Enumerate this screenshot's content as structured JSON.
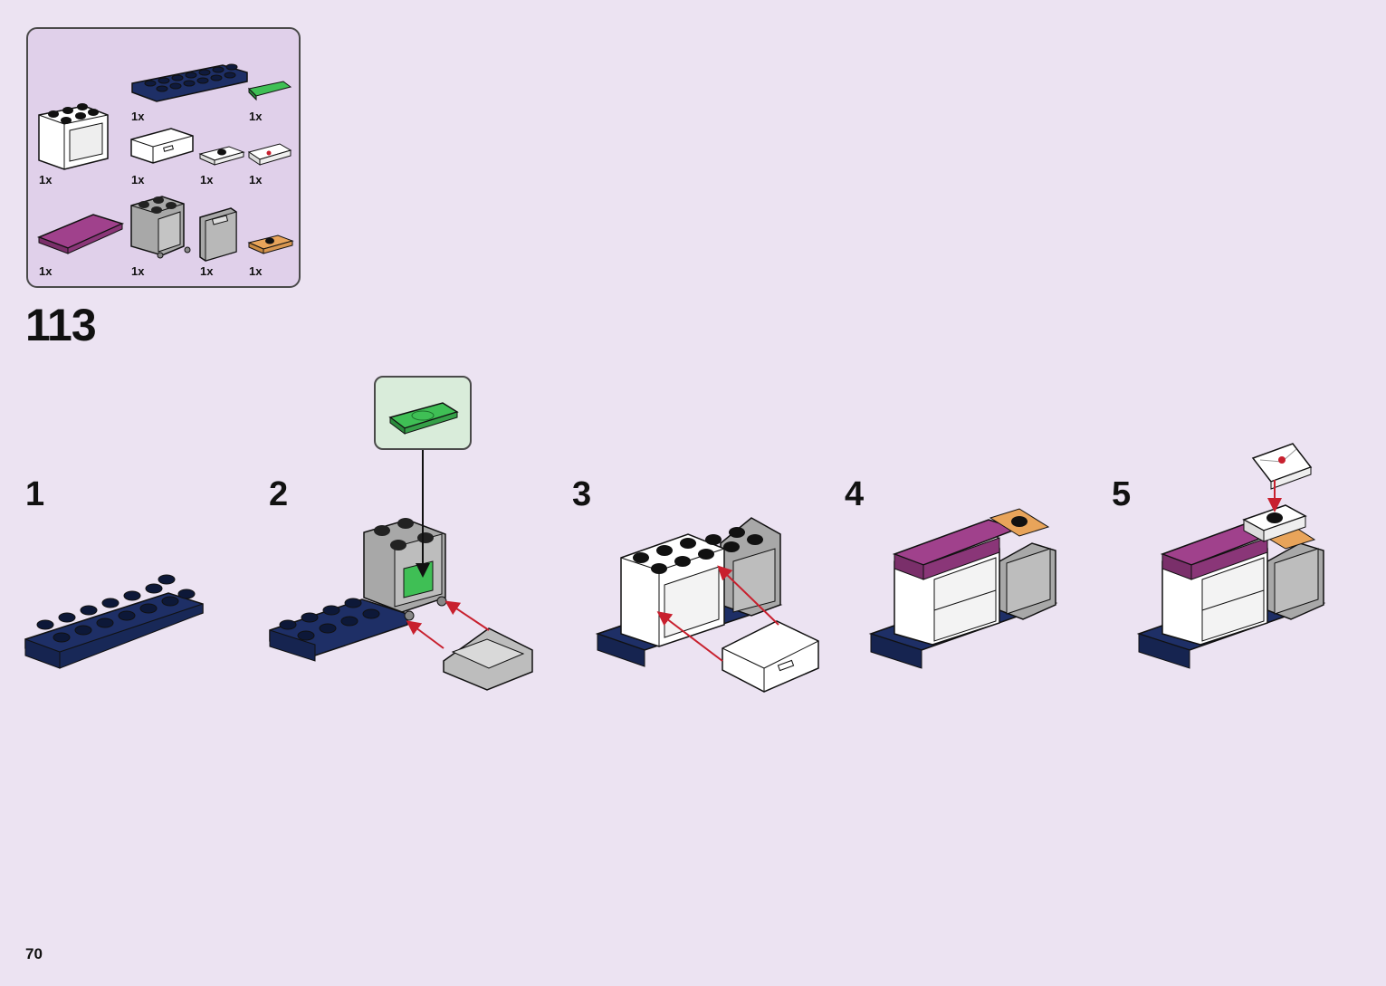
{
  "page": {
    "number": "70"
  },
  "stage": {
    "number": "113"
  },
  "parts": [
    {
      "name": "dark-blue-plate-2x8",
      "qty": "1x"
    },
    {
      "name": "green-money-tile",
      "qty": "1x"
    },
    {
      "name": "white-cupboard-2x2",
      "qty": "1x"
    },
    {
      "name": "white-drawer",
      "qty": "1x"
    },
    {
      "name": "white-tile-with-stud",
      "qty": "1x"
    },
    {
      "name": "white-envelope-tile",
      "qty": "1x"
    },
    {
      "name": "magenta-tile-2x4",
      "qty": "1x"
    },
    {
      "name": "grey-cupboard-2x2",
      "qty": "1x"
    },
    {
      "name": "grey-cupboard-door",
      "qty": "1x"
    },
    {
      "name": "tan-tile-with-stud",
      "qty": "1x"
    }
  ],
  "steps": [
    {
      "number": "1"
    },
    {
      "number": "2"
    },
    {
      "number": "3"
    },
    {
      "number": "4"
    },
    {
      "number": "5"
    }
  ],
  "colors": {
    "background": "#ece3f2",
    "parts_panel": "#e0d0ea",
    "callout": "#d9ecda",
    "arrow_red": "#c8202e",
    "dark_blue": "#1e2f66",
    "magenta": "#a0418c",
    "green": "#3fbf55",
    "tan": "#e8a45a",
    "grey": "#a8a8a8",
    "white_part": "#ffffff"
  },
  "icons": [
    "arrow-down-icon",
    "assembly-arrow-icon"
  ]
}
